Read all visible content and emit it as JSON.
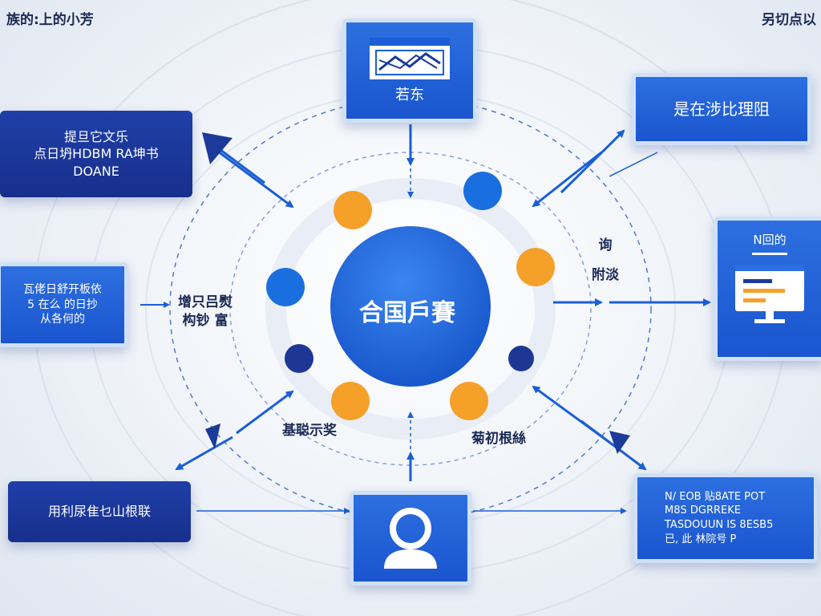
{
  "colors": {
    "accent_blue": "#1a5fd6",
    "dark_blue": "#1b3a9a",
    "orange": "#f5a029",
    "navy_dot": "#1f3794",
    "ring_gray": "#d7dee9"
  },
  "corner_top_left": "族的:上的小芳",
  "corner_top_right": "另切点以",
  "hub": {
    "label": "合国戶賽"
  },
  "top_box": {
    "label": "若东",
    "icon": "chart-window-icon"
  },
  "top_right_box": {
    "label": "是在涉比理阻"
  },
  "top_left_box": {
    "lines": [
      "提旦它文乐",
      "点日坍HDBM RA坤书",
      "DOANE"
    ]
  },
  "left_box": {
    "lines": [
      "瓦佬日舒开板依",
      "5 在么 的日抄",
      "从各何的"
    ]
  },
  "bottom_left_box": {
    "label": "用利尿隹乜山根联"
  },
  "right_box": {
    "title": "N回的",
    "icon": "monitor-dashboard-icon"
  },
  "bottom_right_box": {
    "lines": [
      "N/ EOB 贴8ATE POT",
      "M8S DGRREKE",
      "TASDOUUN IS 8ESB5",
      "已, 此 林院号 P"
    ]
  },
  "bottom_center_box": {
    "icon": "user-avatar-icon"
  },
  "ring_labels": {
    "left": [
      "增只吕熨",
      "构钞 富"
    ],
    "right": [
      "询",
      "附淡"
    ],
    "bottom_left": "基聪示奖",
    "bottom_right": "菊初根絲"
  }
}
